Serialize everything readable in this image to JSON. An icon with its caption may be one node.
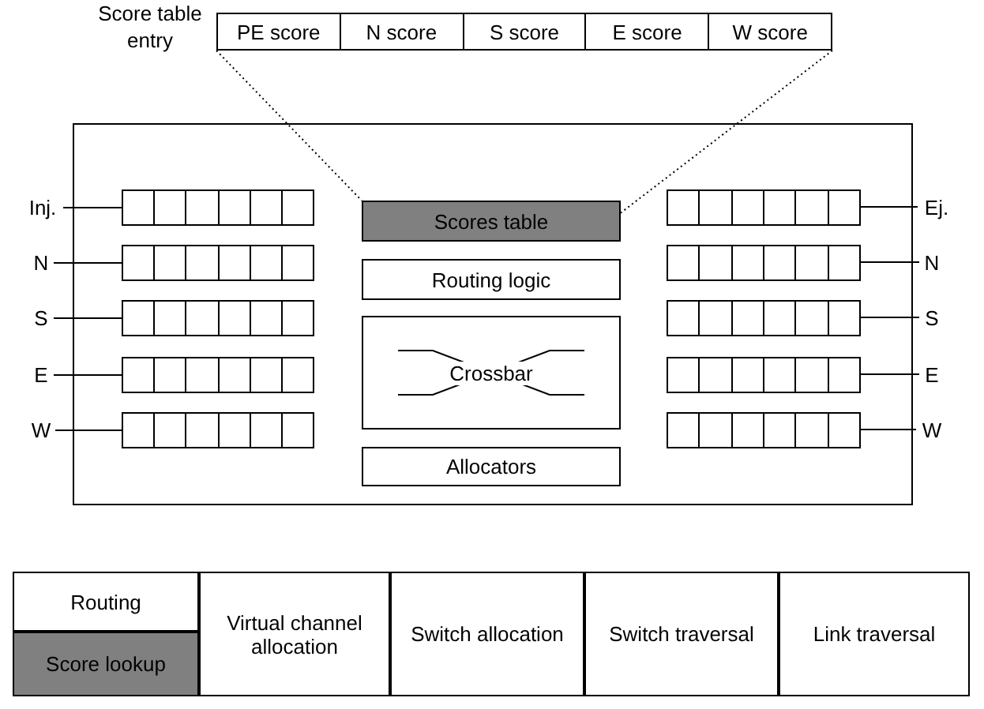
{
  "diagram": {
    "nodes": [
      {
        "text": [
          "PE score",
          "N score",
          "S score",
          "E score",
          "W score"
        ],
        "beside": [
          "Score table entry"
        ]
      },
      {
        "text": [],
        "shape": "box"
      },
      {
        "text": [
          "Scores table"
        ],
        "in": 1
      },
      {
        "text": [
          "Routing logic"
        ],
        "in": 1
      },
      {
        "text": [
          "Crossbar"
        ],
        "in": 1
      },
      {
        "text": [
          "Allocators"
        ],
        "in": 1
      },
      {
        "text": [
          "Inj."
        ]
      },
      {
        "text": [
          "N"
        ]
      },
      {
        "text": [
          "S"
        ]
      },
      {
        "text": [
          "E"
        ]
      },
      {
        "text": [
          "W"
        ]
      },
      {
        "text": [],
        "shape": "bar",
        "in": 1
      },
      {
        "text": [],
        "shape": "bar",
        "in": 1
      },
      {
        "text": [],
        "shape": "bar",
        "in": 1
      },
      {
        "text": [],
        "shape": "bar",
        "in": 1
      },
      {
        "text": [],
        "shape": "bar",
        "in": 1
      },
      {
        "text": [],
        "shape": "bar",
        "in": 1
      },
      {
        "text": [],
        "shape": "bar",
        "in": 1
      },
      {
        "text": [],
        "shape": "bar",
        "in": 1
      },
      {
        "text": [],
        "shape": "bar",
        "in": 1
      },
      {
        "text": [],
        "shape": "bar",
        "in": 1
      },
      {
        "text": [
          "Ej."
        ]
      },
      {
        "text": [
          "N"
        ]
      },
      {
        "text": [
          "S"
        ]
      },
      {
        "text": [
          "E"
        ]
      },
      {
        "text": [
          "W"
        ]
      },
      {
        "text": [
          "Routing"
        ]
      },
      {
        "text": [
          "Score lookup"
        ]
      },
      {
        "text": [
          "Virtual channel allocation"
        ]
      },
      {
        "text": [
          "Switch allocation"
        ]
      },
      {
        "text": [
          "Switch traversal"
        ]
      },
      {
        "text": [
          "Link traversal"
        ]
      }
    ],
    "edges": [
      {
        "from": 0,
        "to": 2,
        "arrow": "none",
        "style": "dashed"
      },
      {
        "from": 0,
        "to": 2,
        "arrow": "none",
        "style": "dashed"
      },
      {
        "from": 6,
        "to": 11,
        "arrow": "none"
      },
      {
        "from": 7,
        "to": 12,
        "arrow": "none"
      },
      {
        "from": 8,
        "to": 13,
        "arrow": "none"
      },
      {
        "from": 9,
        "to": 14,
        "arrow": "none"
      },
      {
        "from": 10,
        "to": 15,
        "arrow": "none"
      },
      {
        "from": 16,
        "to": 21,
        "arrow": "none"
      },
      {
        "from": 17,
        "to": 22,
        "arrow": "none"
      },
      {
        "from": 18,
        "to": 23,
        "arrow": "none"
      },
      {
        "from": 19,
        "to": 24,
        "arrow": "none"
      },
      {
        "from": 20,
        "to": 25,
        "arrow": "none"
      }
    ]
  }
}
